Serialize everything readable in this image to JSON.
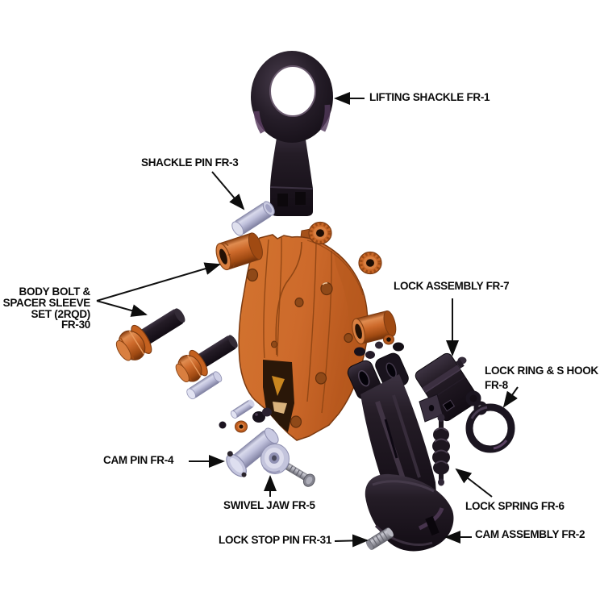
{
  "diagram": {
    "type": "exploded-parts-diagram",
    "product": "vertical plate lifting clamp",
    "labels": {
      "lifting_shackle": "LIFTING SHACKLE FR-1",
      "shackle_pin": "SHACKLE PIN FR-3",
      "body_bolt": [
        "BODY BOLT &",
        "SPACER SLEEVE",
        "SET (2RQD)",
        "FR-30"
      ],
      "lock_assembly": "LOCK ASSEMBLY FR-7",
      "lock_ring": [
        "LOCK RING & S HOOK",
        "FR-8"
      ],
      "cam_pin": "CAM PIN FR-4",
      "swivel_jaw": "SWIVEL JAW FR-5",
      "lock_spring": "LOCK SPRING FR-6",
      "cam_assembly": "CAM ASSEMBLY FR-2",
      "lock_stop_pin": "LOCK STOP PIN FR-31"
    },
    "colors": {
      "background": "#ffffff",
      "text": "#0b0b0b",
      "body_orange": "#cd6a2b",
      "hardware_black": "#201a21",
      "pin_lavender": "#b7b8d7",
      "purple_sheen": "#5a4162"
    }
  }
}
